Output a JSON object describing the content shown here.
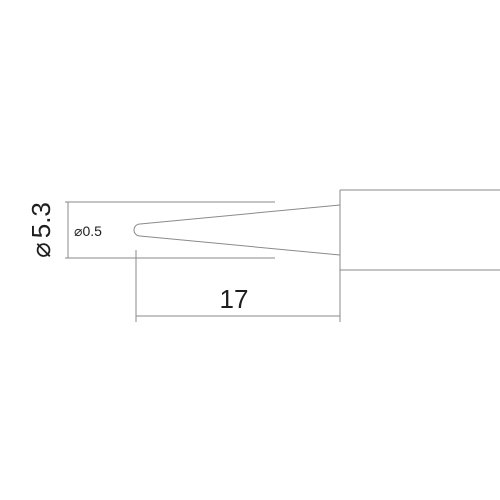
{
  "dimensions": {
    "outer_diameter": {
      "symbol": "⌀",
      "value": "5.3"
    },
    "tip_diameter": {
      "symbol": "⌀",
      "value": "0.5"
    },
    "taper_length": {
      "value": "17"
    }
  },
  "colors": {
    "line": "#8a8a8a",
    "text": "#1e1e1e",
    "background": "#ffffff"
  }
}
